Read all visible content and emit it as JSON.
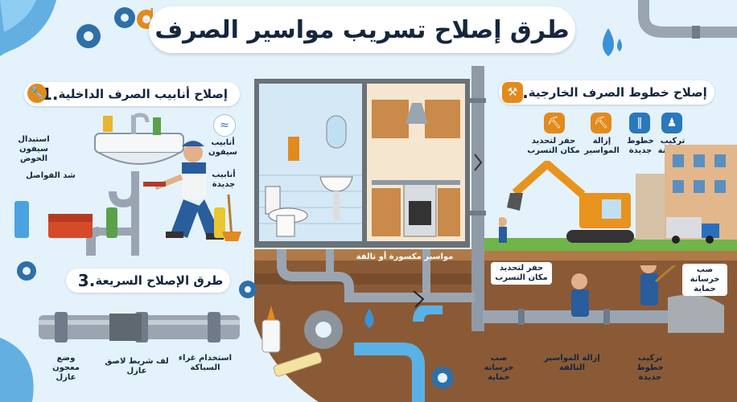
{
  "title": "طرق إصلاح تسريب مواسير الصرف",
  "section1": {
    "number": ".1",
    "heading": "إصلاح أنابيب الصرف الداخلية",
    "labels": {
      "replace_siphon": "استبدال سيفون الحوض",
      "tighten_joints": "شد الفواصل",
      "siphon_pipes": "أنابيب سيفون",
      "new_pipes": "أنابيب جديدة"
    }
  },
  "section2": {
    "number": ".2",
    "heading": "إصلاح خطوط الصرف الخارجية",
    "badges": {
      "dig_leak": "حفر لتحديد مكان التسرب",
      "remove_pipes": "إزالة المواسير",
      "new_lines": "خطوط جديدة",
      "install_concrete": "تركيب خرسانة"
    },
    "scene_labels": {
      "dig_leak": "حفر لتحديد مكان التسرب",
      "pour_concrete": "صب خرسانة حماية"
    }
  },
  "section3": {
    "number": ".3",
    "heading": "طرق الإصلاح السريعة",
    "labels": {
      "use_glue": "استخدام غراء السباكة",
      "wrap_tape": "لف شريط لاصق عازل",
      "apply_putty": "وضع معجون عازل"
    }
  },
  "center": {
    "broken_pipes": "مواسير مكسورة أو تالفة"
  },
  "bottom_labels": {
    "pour_concrete": "صب خرسانة حماية",
    "remove_damaged": "إزالة المواسير التالفة",
    "install_new": "تركيب خطوط جديدة"
  },
  "icons": {
    "gear": "gear-icon",
    "wrench": "wrench-icon",
    "tools": "tools-icon",
    "water_drop": "water-drop-icon"
  },
  "colors": {
    "background": "#e4f2fb",
    "title_text": "#15263d",
    "pipe_gray": "#8f9aa6",
    "blue_pipe": "#5ab1e6",
    "soil": "#8a5a36",
    "grass": "#6fb54a",
    "worker_blue": "#2a5d9c",
    "accent_orange": "#e38a1d"
  }
}
